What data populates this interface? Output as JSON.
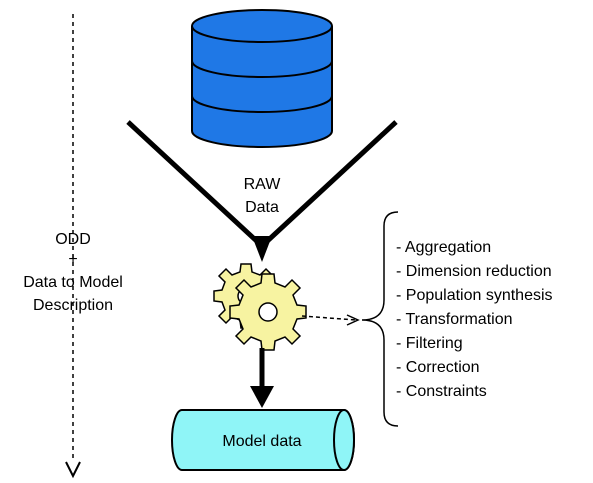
{
  "raw_label": {
    "line1": "RAW",
    "line2": "Data"
  },
  "model_label": "Model data",
  "side_label": {
    "line1": "ODD",
    "line2": "+",
    "line3": "Data to Model",
    "line4": "Description"
  },
  "operations": [
    "- Aggregation",
    "- Dimension reduction",
    "- Population synthesis",
    "- Transformation",
    "- Filtering",
    "- Correction",
    "- Constraints"
  ],
  "colors": {
    "database_fill": "#1f78e6",
    "gear_fill": "#f7f3a1",
    "cylinder_fill": "#8ff5f7",
    "stroke": "#000000"
  }
}
